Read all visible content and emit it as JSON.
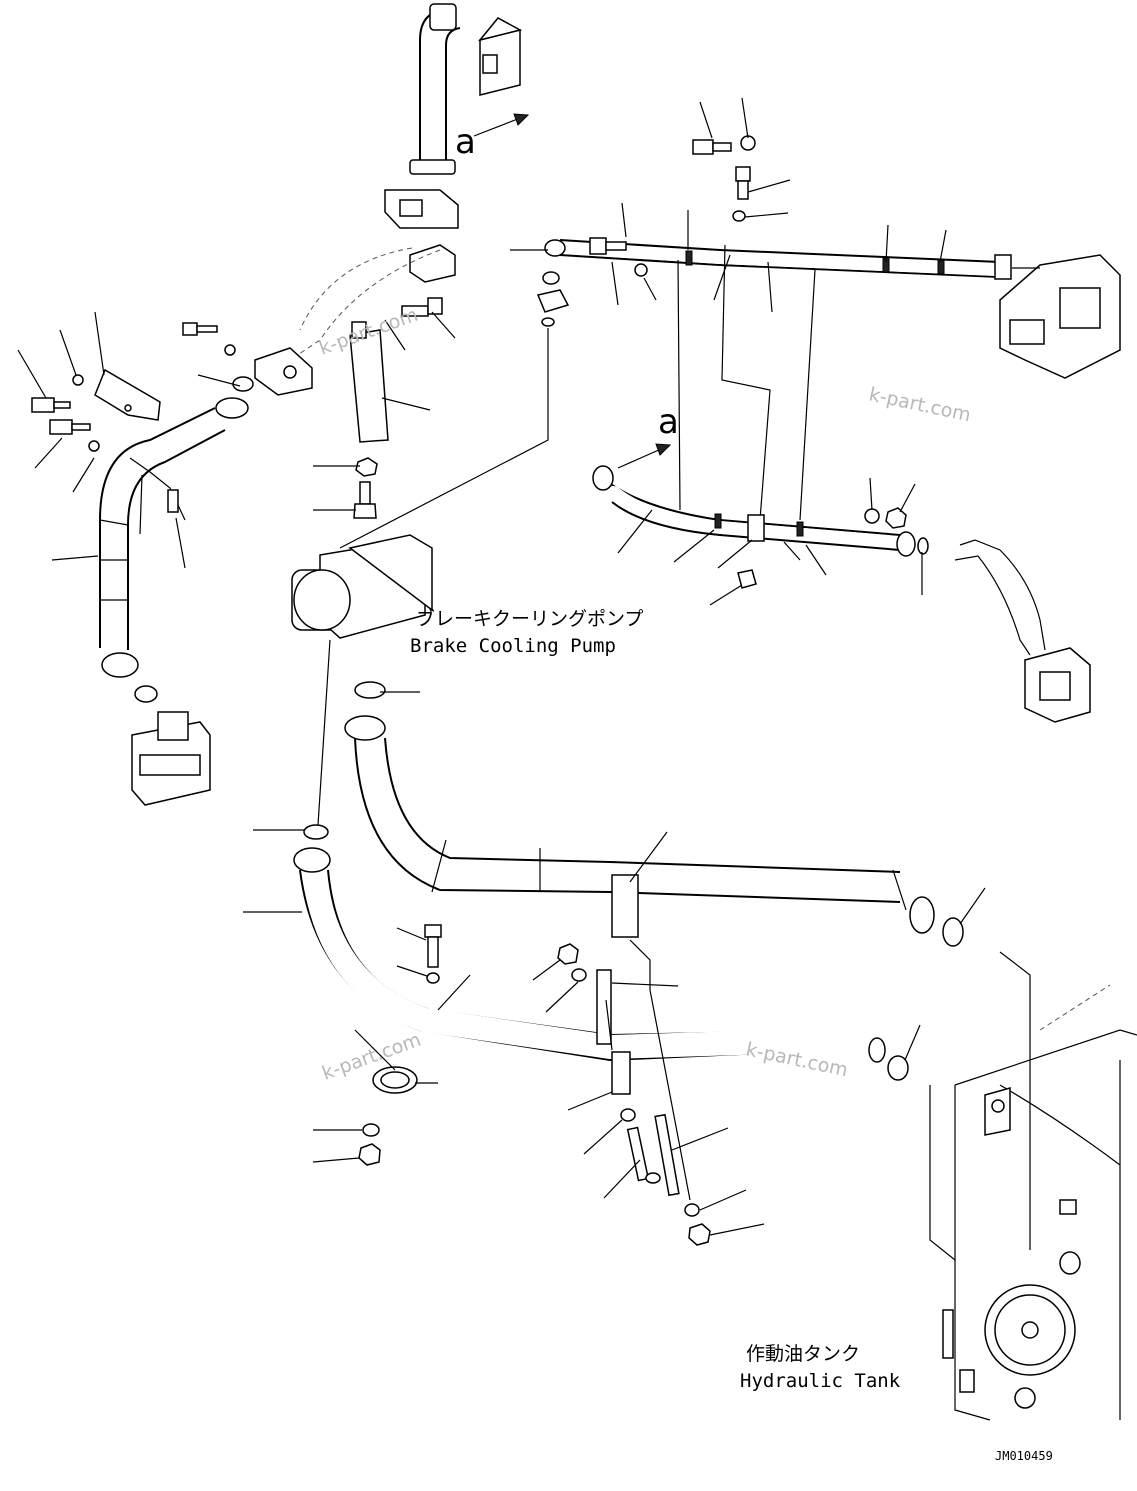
{
  "labels": {
    "pump_ja": "ブレーキクーリングポンプ",
    "pump_en": "Brake Cooling Pump",
    "tank_ja": "作動油タンク",
    "tank_en": "Hydraulic Tank",
    "ref_a_top": "a",
    "ref_a_right": "a",
    "drawing_code": "JM010459"
  },
  "watermarks": [
    "k-part.com",
    "k-part.com",
    "k-part.com",
    "k-part.com"
  ],
  "colors": {
    "line": "#000000",
    "background": "#ffffff",
    "watermark": "#b8b8b8"
  }
}
